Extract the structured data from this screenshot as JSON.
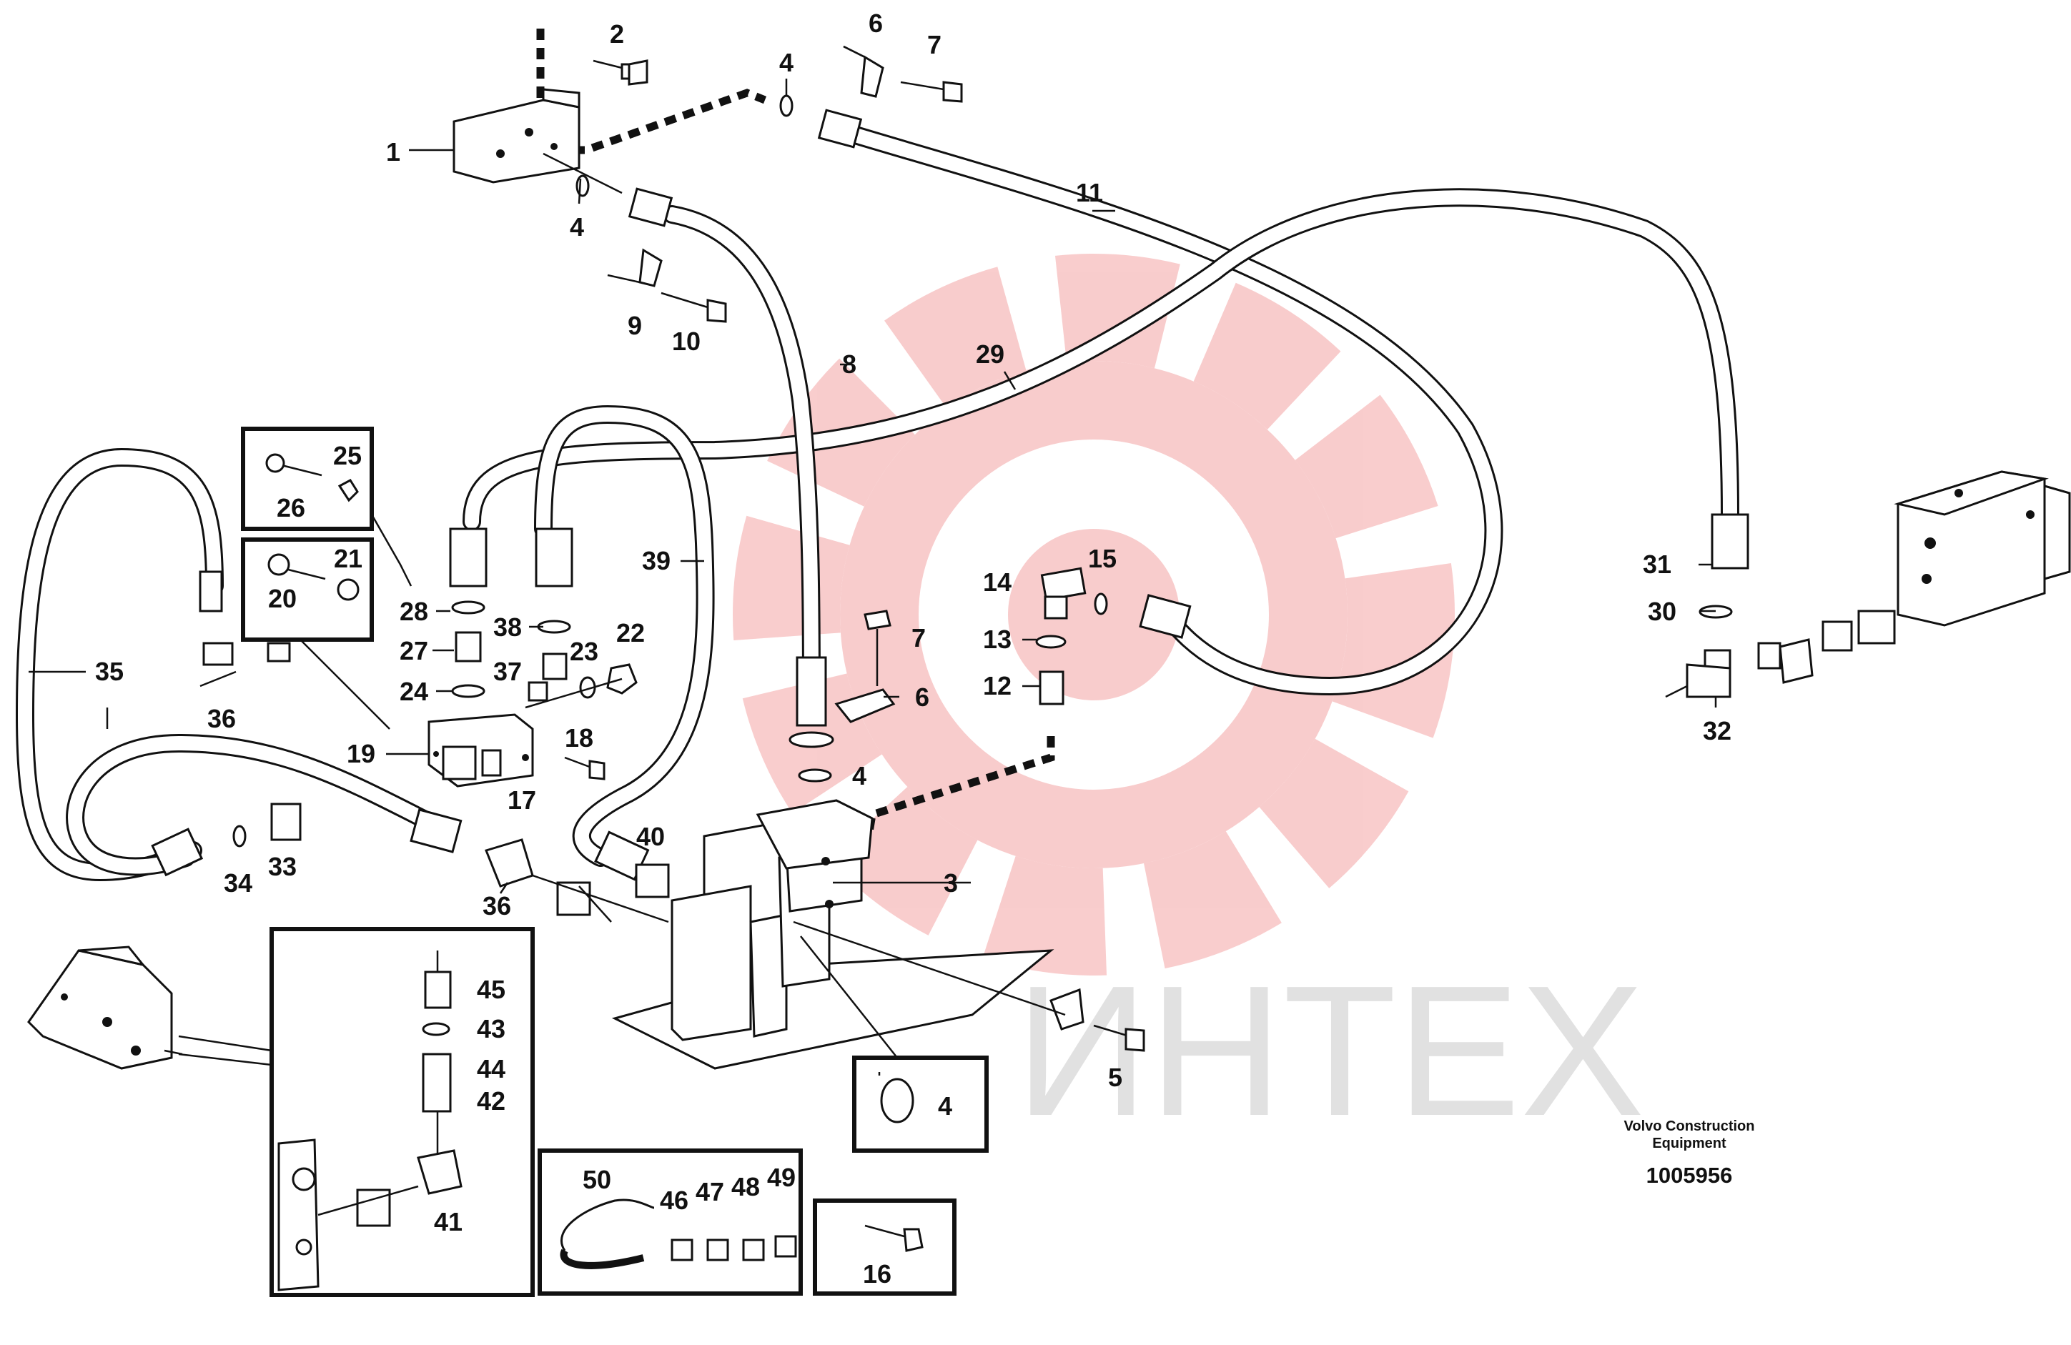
{
  "watermark": {
    "text": "ИНТЕХ",
    "color": "#e84a4a"
  },
  "caption": {
    "line1": "Volvo Construction",
    "line2": "Equipment",
    "doc_number": "1005956"
  },
  "callouts": [
    {
      "id": "c1",
      "label": "1"
    },
    {
      "id": "c2",
      "label": "2"
    },
    {
      "id": "c4a",
      "label": "4"
    },
    {
      "id": "c6a",
      "label": "6"
    },
    {
      "id": "c7a",
      "label": "7"
    },
    {
      "id": "c4b",
      "label": "4"
    },
    {
      "id": "c11",
      "label": "11"
    },
    {
      "id": "c9",
      "label": "9"
    },
    {
      "id": "c10",
      "label": "10"
    },
    {
      "id": "c8",
      "label": "8"
    },
    {
      "id": "c29",
      "label": "29"
    },
    {
      "id": "c25",
      "label": "25"
    },
    {
      "id": "c26",
      "label": "26"
    },
    {
      "id": "c21",
      "label": "21"
    },
    {
      "id": "c20",
      "label": "20"
    },
    {
      "id": "c39",
      "label": "39"
    },
    {
      "id": "c14",
      "label": "14"
    },
    {
      "id": "c15",
      "label": "15"
    },
    {
      "id": "c31",
      "label": "31"
    },
    {
      "id": "c30",
      "label": "30"
    },
    {
      "id": "c28",
      "label": "28"
    },
    {
      "id": "c38",
      "label": "38"
    },
    {
      "id": "c7b",
      "label": "7"
    },
    {
      "id": "c13",
      "label": "13"
    },
    {
      "id": "c27",
      "label": "27"
    },
    {
      "id": "c37",
      "label": "37"
    },
    {
      "id": "c23",
      "label": "23"
    },
    {
      "id": "c22",
      "label": "22"
    },
    {
      "id": "c35",
      "label": "35"
    },
    {
      "id": "c24",
      "label": "24"
    },
    {
      "id": "c12",
      "label": "12"
    },
    {
      "id": "c6b",
      "label": "6"
    },
    {
      "id": "c36a",
      "label": "36"
    },
    {
      "id": "c32",
      "label": "32"
    },
    {
      "id": "c19",
      "label": "19"
    },
    {
      "id": "c18",
      "label": "18"
    },
    {
      "id": "c17",
      "label": "17"
    },
    {
      "id": "c4c",
      "label": "4"
    },
    {
      "id": "c40",
      "label": "40"
    },
    {
      "id": "c3",
      "label": "3"
    },
    {
      "id": "c34",
      "label": "34"
    },
    {
      "id": "c33",
      "label": "33"
    },
    {
      "id": "c36b",
      "label": "36"
    },
    {
      "id": "c45",
      "label": "45"
    },
    {
      "id": "c43",
      "label": "43"
    },
    {
      "id": "c44",
      "label": "44"
    },
    {
      "id": "c42",
      "label": "42"
    },
    {
      "id": "c5",
      "label": "5"
    },
    {
      "id": "c4d",
      "label": "4"
    },
    {
      "id": "c41",
      "label": "41"
    },
    {
      "id": "c50",
      "label": "50"
    },
    {
      "id": "c46",
      "label": "46"
    },
    {
      "id": "c47",
      "label": "47"
    },
    {
      "id": "c48",
      "label": "48"
    },
    {
      "id": "c49",
      "label": "49"
    },
    {
      "id": "c16",
      "label": "16"
    }
  ]
}
